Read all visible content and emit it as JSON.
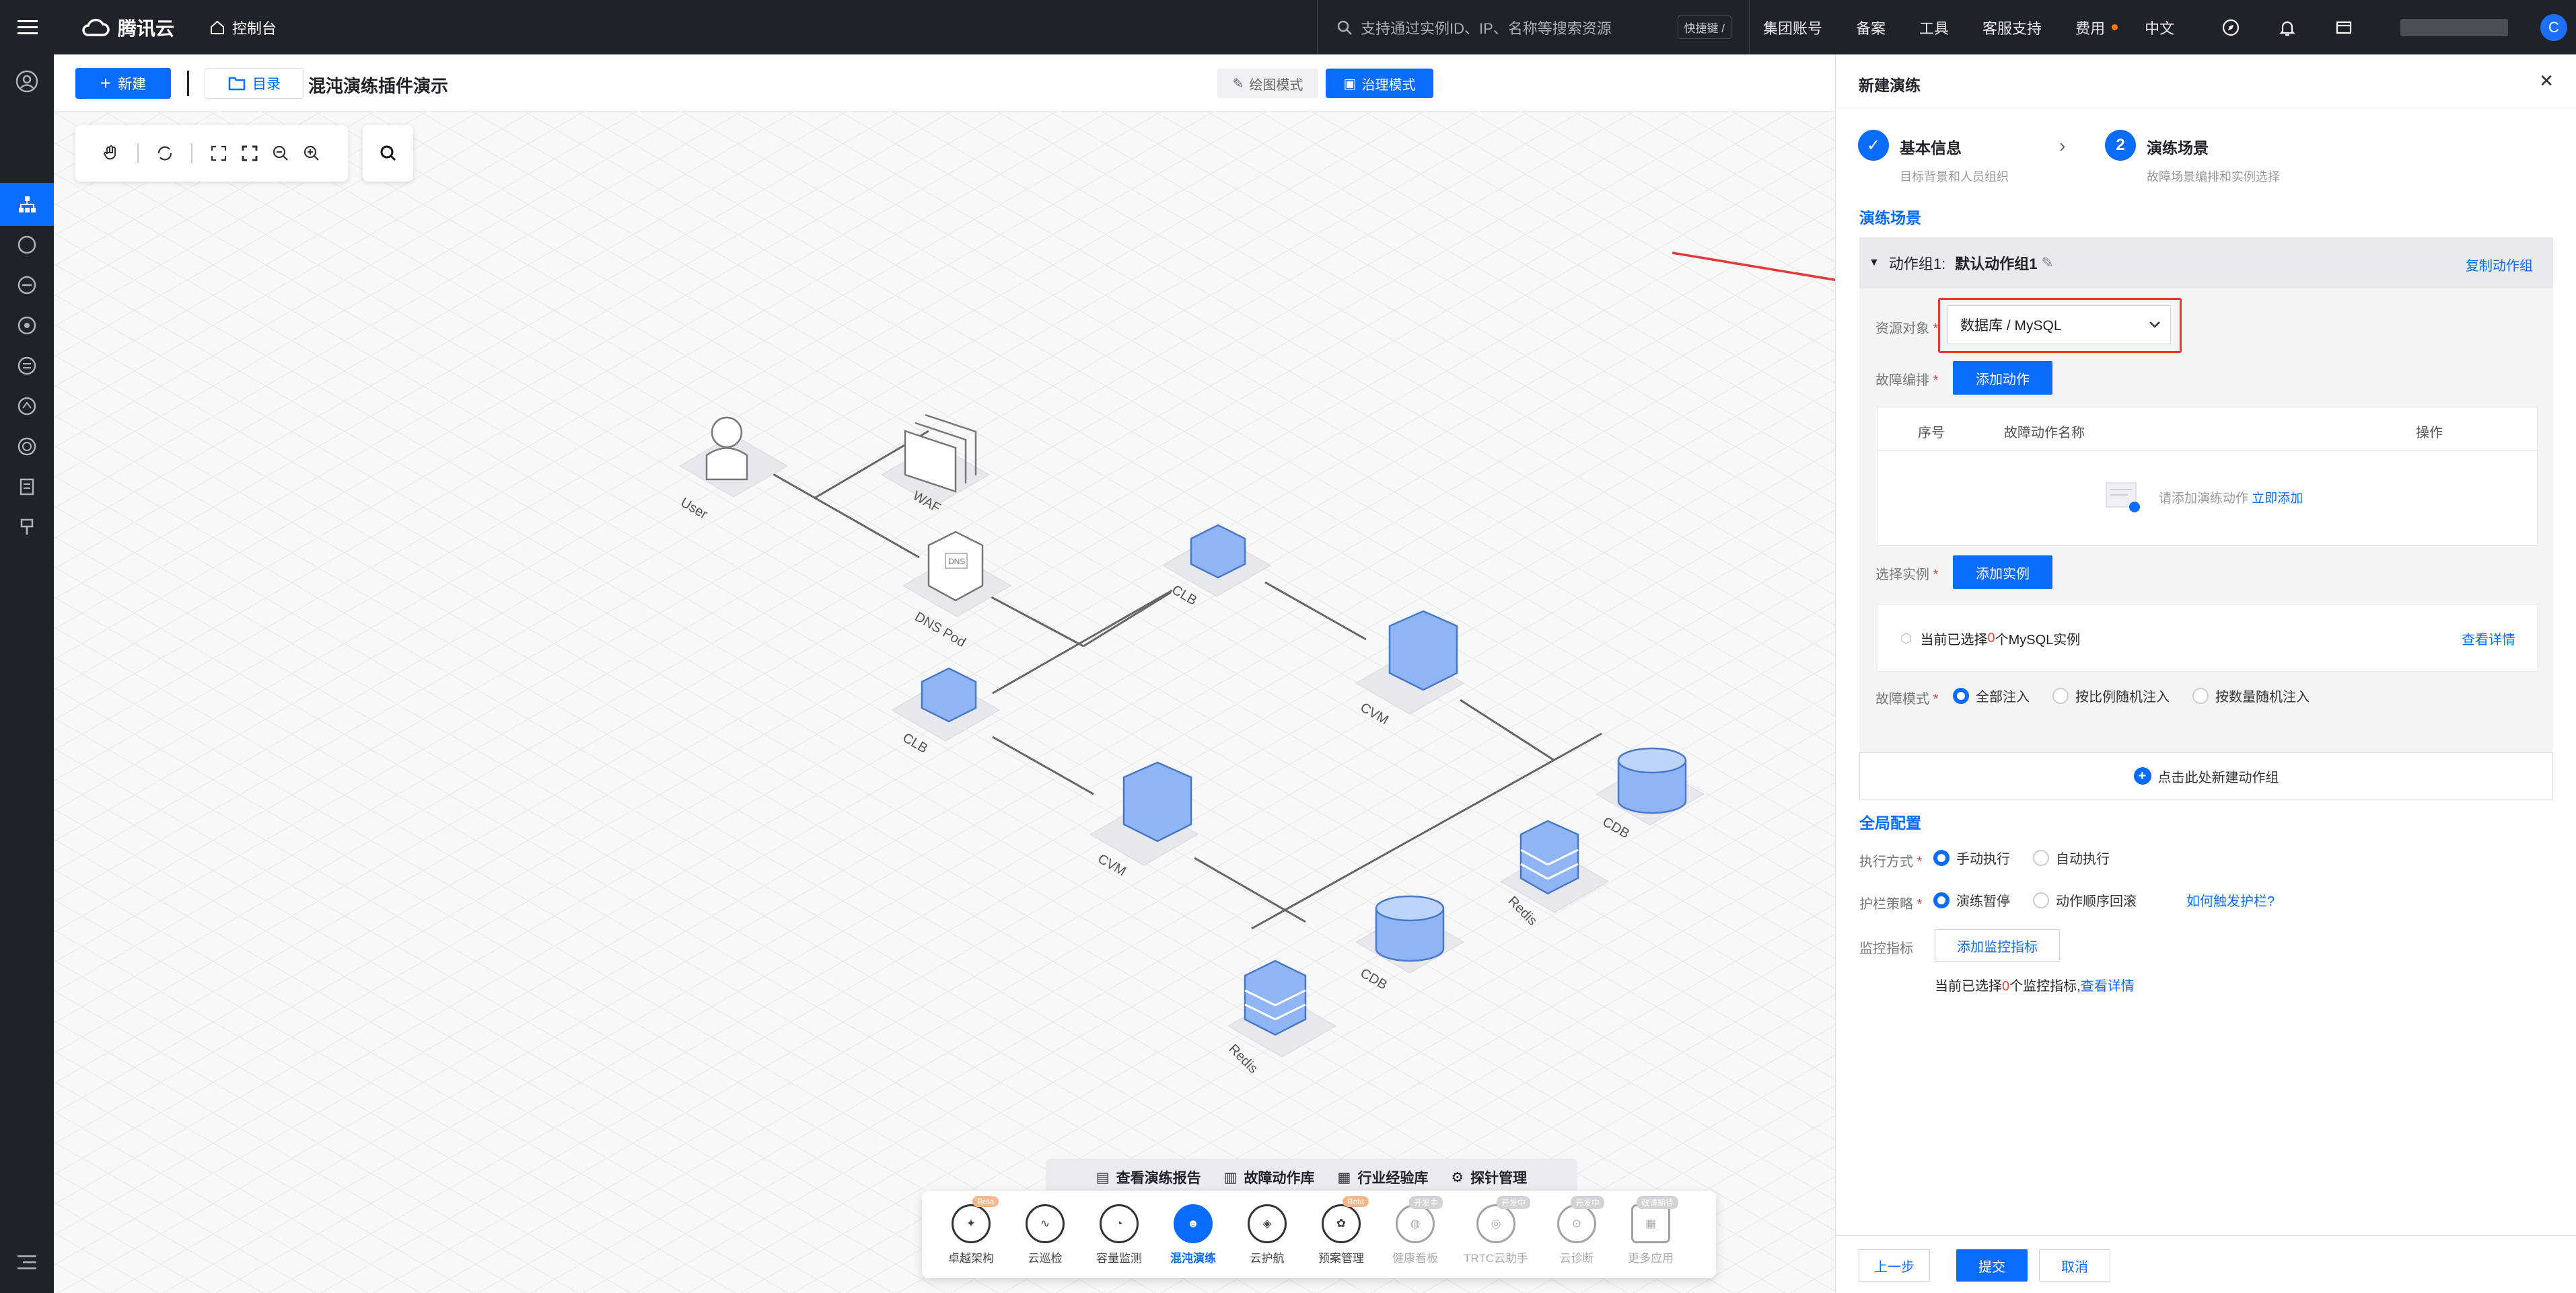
{
  "topbar": {
    "brand": "腾讯云",
    "console": "控制台",
    "search_placeholder": "支持通过实例ID、IP、名称等搜索资源",
    "shortcut": "快捷键 /",
    "links": [
      "集团账号",
      "备案",
      "工具",
      "客服支持",
      "费用",
      "中文"
    ],
    "avatar": "C"
  },
  "toolbar": {
    "new_label": "新建",
    "dir_label": "目录",
    "title": "混沌演练插件演示",
    "mode_draw": "绘图模式",
    "mode_govern": "治理模式"
  },
  "diagram": {
    "nodes": [
      "User",
      "WAF",
      "DNS Pod",
      "CLB",
      "CLB",
      "CVM",
      "CVM",
      "CDB",
      "CDB",
      "Redis",
      "Redis"
    ]
  },
  "bottom_tabs": [
    "查看演练报告",
    "故障动作库",
    "行业经验库",
    "探针管理"
  ],
  "dock": [
    {
      "label": "卓越架构",
      "badge": "Beta",
      "state": "normal"
    },
    {
      "label": "云巡检",
      "badge": "",
      "state": "normal"
    },
    {
      "label": "容量监测",
      "badge": "",
      "state": "normal"
    },
    {
      "label": "混沌演练",
      "badge": "",
      "state": "active"
    },
    {
      "label": "云护航",
      "badge": "",
      "state": "normal"
    },
    {
      "label": "预案管理",
      "badge": "Beta",
      "state": "normal"
    },
    {
      "label": "健康看板",
      "badge": "开发中",
      "state": "dim"
    },
    {
      "label": "TRTC云助手",
      "badge": "开发中",
      "state": "dim"
    },
    {
      "label": "云诊断",
      "badge": "开发中",
      "state": "dim"
    },
    {
      "label": "更多应用",
      "badge": "敬请期待",
      "state": "dim"
    }
  ],
  "panel": {
    "title": "新建演练",
    "steps": [
      {
        "num": "✓",
        "title": "基本信息",
        "sub": "目标背景和人员组织"
      },
      {
        "num": "2",
        "title": "演练场景",
        "sub": "故障场景编排和实例选择"
      }
    ],
    "scene_title": "演练场景",
    "group": {
      "prefix": "动作组1:",
      "name": "默认动作组1",
      "copy": "复制动作组",
      "resource_label": "资源对象",
      "resource_value": "数据库 / MySQL",
      "fault_label": "故障编排",
      "add_action": "添加动作",
      "columns": [
        "序号",
        "故障动作名称",
        "操作"
      ],
      "empty_text": "请添加演练动作",
      "empty_link": "立即添加",
      "instance_label": "选择实例",
      "add_instance": "添加实例",
      "selected_prefix": "当前已选择",
      "selected_count": "0",
      "selected_suffix": "个MySQL实例",
      "view_detail": "查看详情",
      "mode_label": "故障模式",
      "modes": [
        "全部注入",
        "按比例随机注入",
        "按数量随机注入"
      ]
    },
    "add_group": "点击此处新建动作组",
    "global_title": "全局配置",
    "exec_label": "执行方式",
    "exec_options": [
      "手动执行",
      "自动执行"
    ],
    "guard_label": "护栏策略",
    "guard_options": [
      "演练暂停",
      "动作顺序回滚"
    ],
    "guard_link": "如何触发护栏?",
    "monitor_label": "监控指标",
    "add_monitor": "添加监控指标",
    "monitor_prefix": "当前已选择",
    "monitor_count": "0",
    "monitor_suffix": "个监控指标,",
    "monitor_link": "查看详情",
    "footer": {
      "prev": "上一步",
      "submit": "提交",
      "cancel": "取消"
    }
  },
  "colors": {
    "primary": "#0a6cff",
    "topbar": "#1f2329",
    "highlight": "#e53935"
  }
}
